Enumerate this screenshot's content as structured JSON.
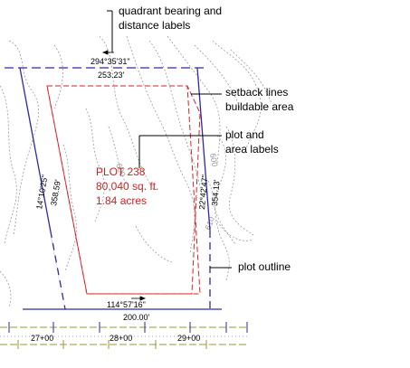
{
  "callouts": {
    "bearing_line1": "quadrant bearing and",
    "bearing_line2": "distance labels",
    "setback_line1": "setback lines",
    "setback_line2": "buildable area",
    "plot_line1": "plot and",
    "plot_line2": "area labels",
    "outline": "plot outline"
  },
  "plot": {
    "name": "PLOT 238",
    "area_sqft": "80,040 sq. ft.",
    "area_acres": "1.84 acres"
  },
  "segments": {
    "top_bearing": "294°35'31\"",
    "top_distance": "253.23'",
    "left_bearing": "14°10'25\"",
    "left_distance": "358.59'",
    "right_bearing": "22°42'47\"",
    "right_distance": "354.13'",
    "bottom_bearing": "114°57'16\"",
    "bottom_distance": "200.00'"
  },
  "contours": {
    "label_a": "600",
    "label_b": "610",
    "label_c": "600"
  },
  "stations": [
    "27+00",
    "28+00",
    "29+00"
  ],
  "colors": {
    "outline": "#2a2aa8",
    "setback": "#dd2222",
    "plot_text": "#cc2222",
    "contour": "#9a9a9a",
    "road": "#9a9a30",
    "callout": "#000000"
  }
}
